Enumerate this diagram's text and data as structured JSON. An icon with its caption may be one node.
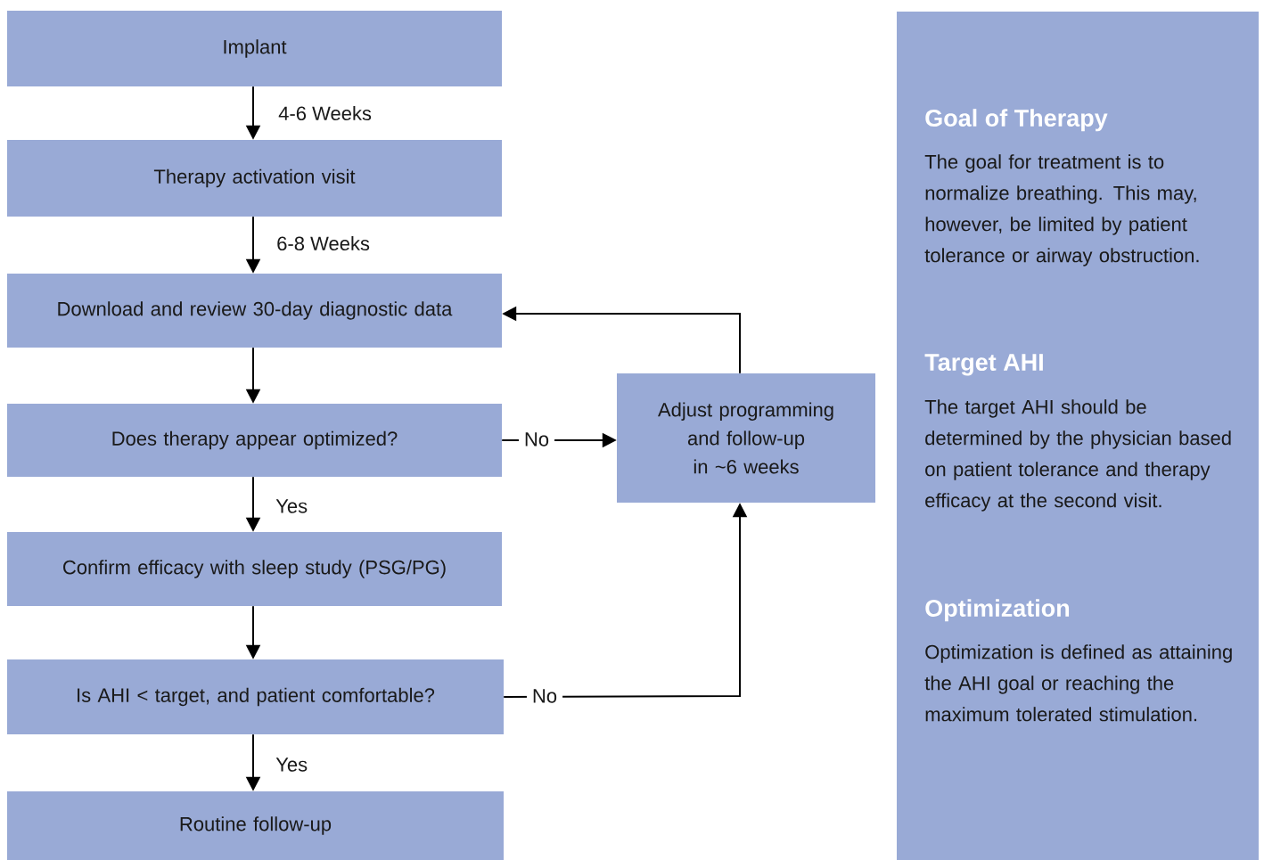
{
  "diagram": {
    "nodes": [
      {
        "text": [
          "Implant"
        ]
      },
      {
        "text": [
          "Therapy activation visit"
        ]
      },
      {
        "text": [
          "Download and review 30-day diagnostic data"
        ]
      },
      {
        "text": [
          "Does therapy appear optimized?"
        ]
      },
      {
        "text": [
          "Confirm efficacy with sleep study (PSG/PG)"
        ]
      },
      {
        "text": [
          "Is AHI < target, and patient comfortable?"
        ]
      },
      {
        "text": [
          "Routine follow-up"
        ]
      },
      {
        "text": [
          "Adjust programming and follow-up in ~6 weeks"
        ]
      },
      {
        "text": [
          "Goal of Therapy",
          "The goal for treatment is to normalize breathing. This may, however, be limited by patient tolerance or airway obstruction.",
          "Target AHI",
          "The target AHI should be determined by the physician based on patient tolerance and therapy efficacy at the second visit.",
          "Optimization",
          "Optimization is defined as attaining the AHI goal or reaching the maximum tolerated stimulation."
        ]
      }
    ],
    "edges": [
      {
        "from": 0,
        "to": 1,
        "arrow": "to",
        "label": "4-6 Weeks"
      },
      {
        "from": 1,
        "to": 2,
        "arrow": "to",
        "label": "6-8 Weeks"
      },
      {
        "from": 2,
        "to": 3,
        "arrow": "to"
      },
      {
        "from": 3,
        "to": 4,
        "arrow": "to",
        "label": "Yes"
      },
      {
        "from": 4,
        "to": 5,
        "arrow": "to"
      },
      {
        "from": 5,
        "to": 6,
        "arrow": "to",
        "label": "Yes"
      },
      {
        "from": 3,
        "to": 7,
        "arrow": "to",
        "label": "No"
      },
      {
        "from": 5,
        "to": 7,
        "arrow": "to",
        "label": "No"
      },
      {
        "from": 7,
        "to": 2,
        "arrow": "to"
      }
    ]
  }
}
